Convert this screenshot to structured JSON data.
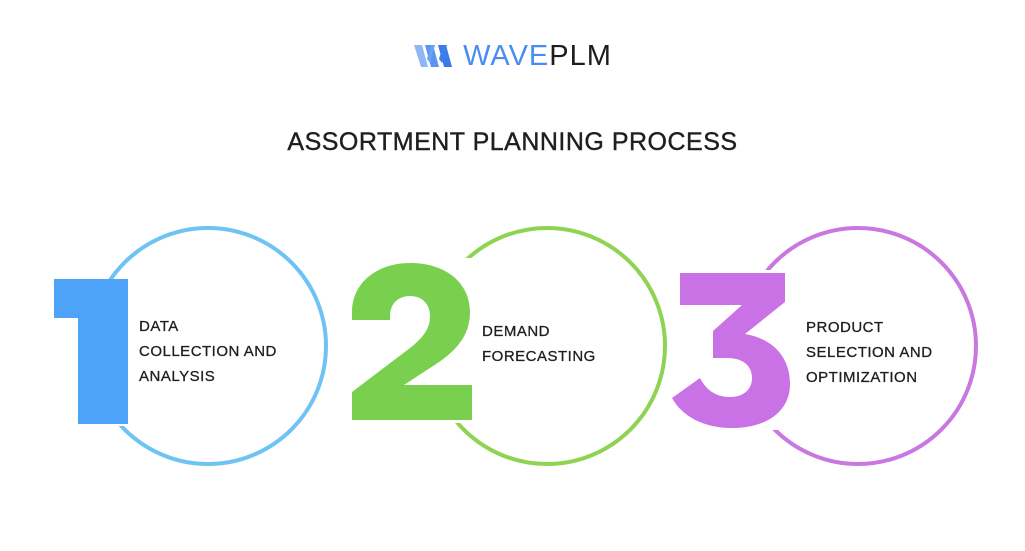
{
  "logo": {
    "part1": "WAVE",
    "part2": "PLM",
    "icon": "wave-w-logo-icon",
    "color_primary": "#4a8cf0",
    "color_secondary": "#1d1d1d"
  },
  "title": "ASSORTMENT PLANNING PROCESS",
  "steps": [
    {
      "number": "1",
      "label": "DATA\nCOLLECTION AND\nANALYSIS",
      "color": "#4da3f8",
      "ring_color": "#6ec3f5"
    },
    {
      "number": "2",
      "label": "DEMAND\nFORECASTING",
      "color": "#79d04f",
      "ring_color": "#8fd352"
    },
    {
      "number": "3",
      "label": "PRODUCT\nSELECTION AND\nOPTIMIZATION",
      "color": "#c872e6",
      "ring_color": "#c878e0"
    }
  ]
}
